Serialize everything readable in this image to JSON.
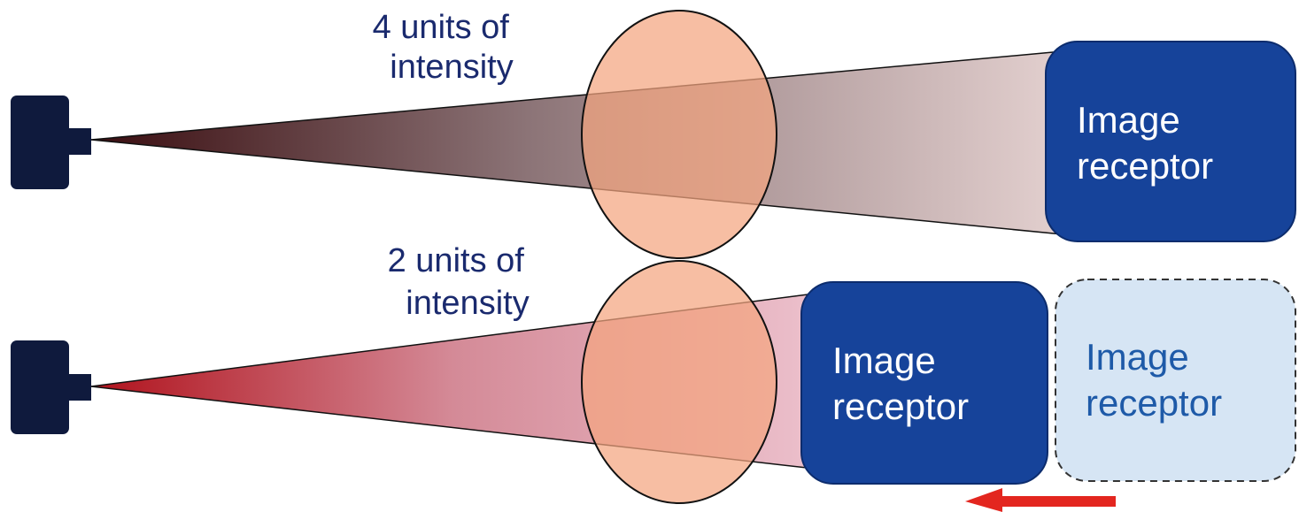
{
  "top_panel": {
    "intensity_line1": "4 units of",
    "intensity_line2": "intensity",
    "receptor_line1": "Image",
    "receptor_line2": "receptor"
  },
  "bottom_panel": {
    "intensity_line1": "2 units of",
    "intensity_line2": "intensity",
    "receptor_line1": "Image",
    "receptor_line2": "receptor",
    "ghost_receptor_line1": "Image",
    "ghost_receptor_line2": "receptor"
  },
  "colors": {
    "source": "#0f1a3d",
    "receptor": "#16439a",
    "ghost_receptor": "#d6e5f4",
    "ghost_text": "#1e5aa8",
    "patient": "#f4a57f",
    "label_text": "#1a2a6e",
    "arrow": "#e3261f",
    "beam_top_start": "#3a0d10",
    "beam_top_end": "#e3d0cf",
    "beam_bottom_start": "#b0121c",
    "beam_bottom_end": "#ecc0cc"
  },
  "icons": [
    "xray-source-icon",
    "left-arrow-icon"
  ]
}
